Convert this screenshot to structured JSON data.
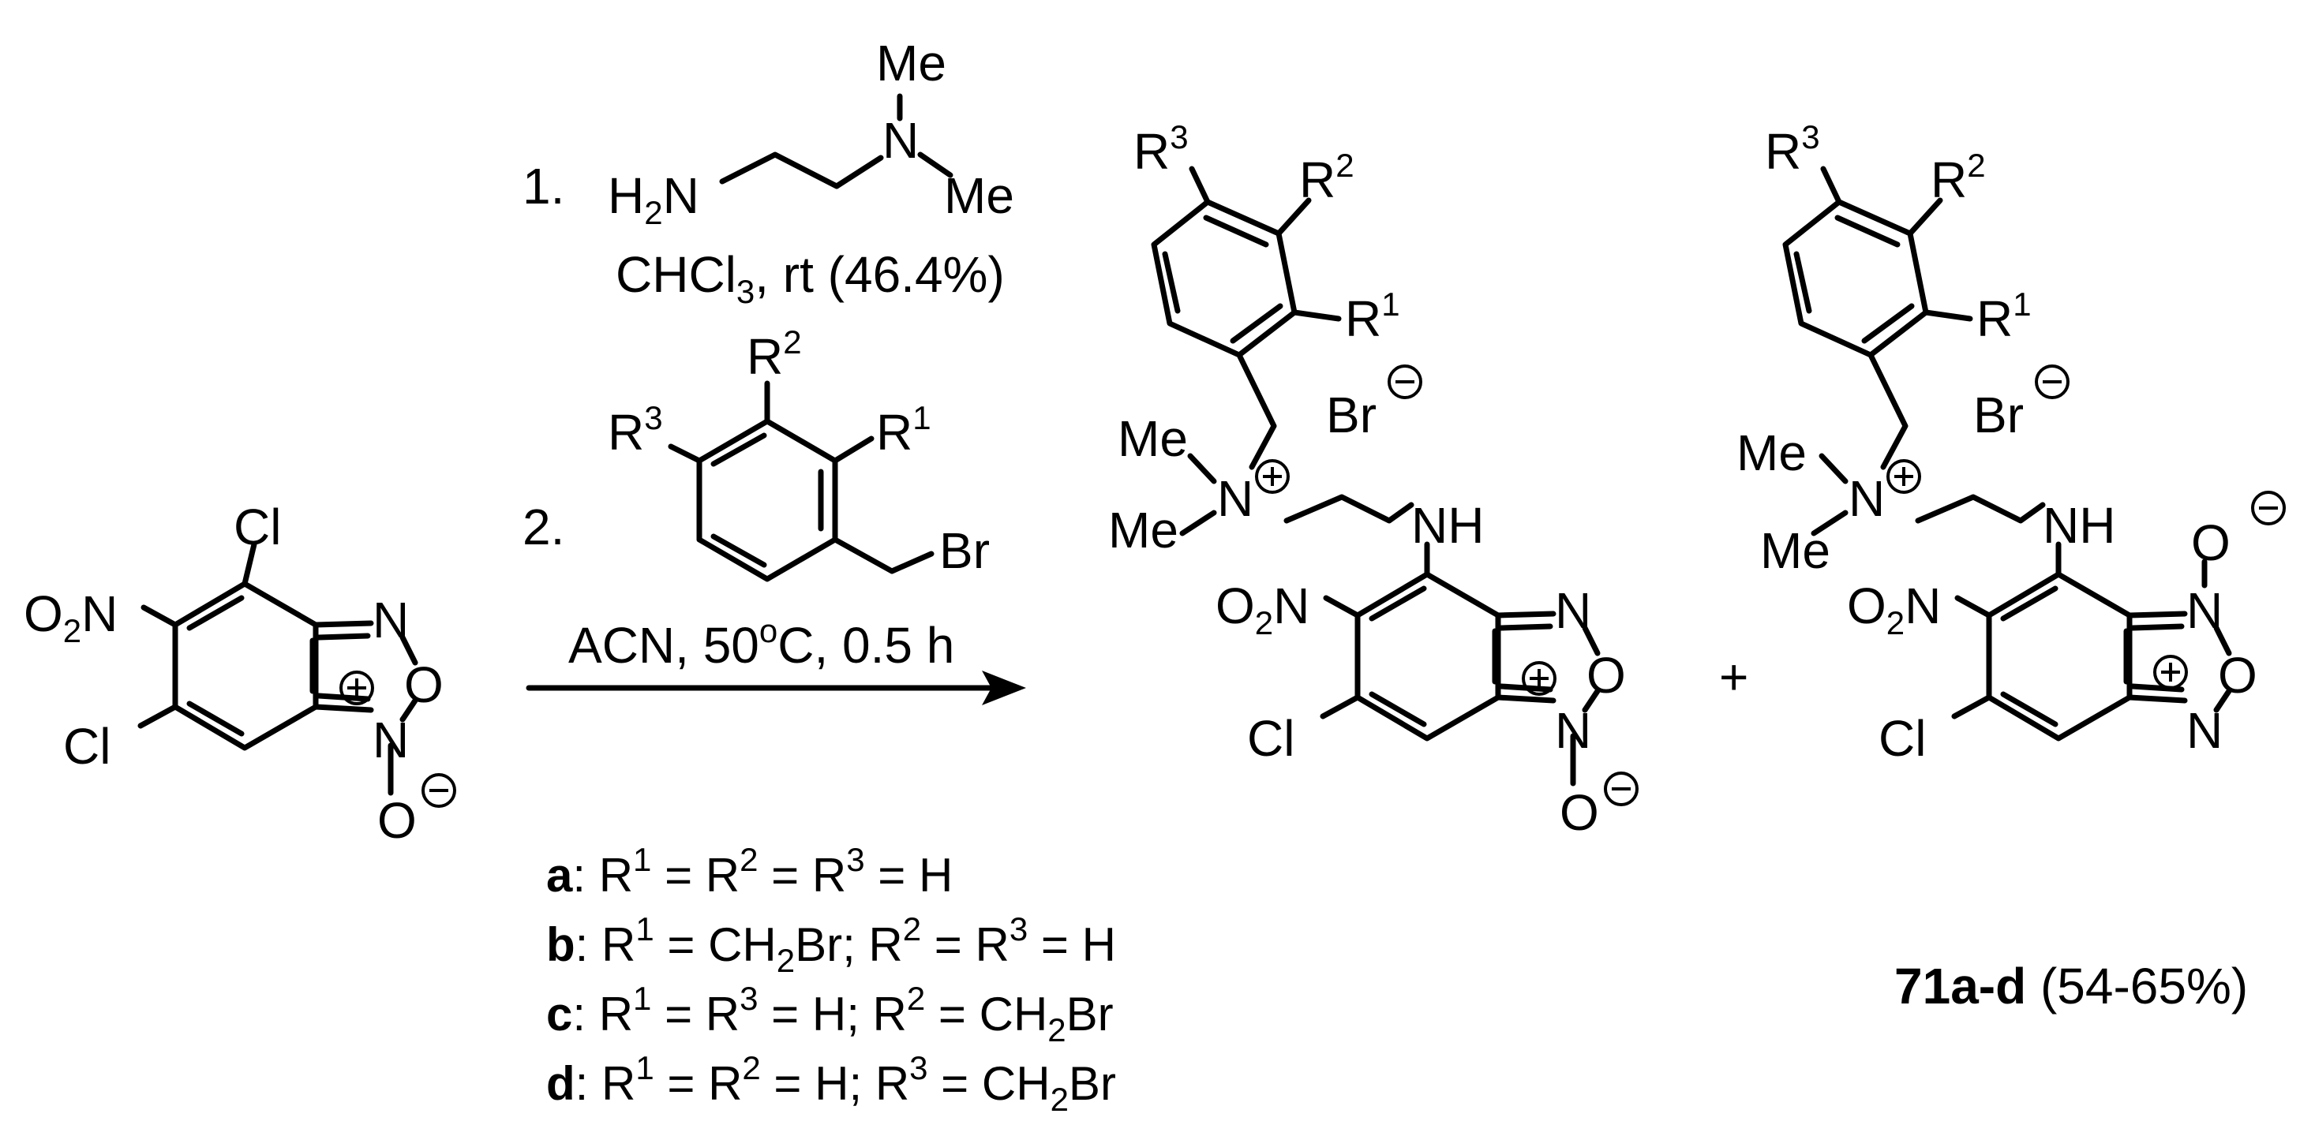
{
  "reagent_labels": {
    "n_me": "Me",
    "n": "N",
    "n_me2": "Me",
    "h2n": "H",
    "h2n_sub": "2",
    "h2n_n": "N",
    "chcl3_pre": "CHCl",
    "chcl3_sub": "3",
    "chcl3_post": ", rt  (46.4%)",
    "step1": "1.",
    "step2": "2.",
    "benzyl_r1": "R",
    "benzyl_r1_sup": "1",
    "benzyl_r2": "R",
    "benzyl_r2_sup": "2",
    "benzyl_r3": "R",
    "benzyl_r3_sup": "3",
    "benzyl_br": "Br",
    "acn_pre": "ACN, 50",
    "acn_sup": "o",
    "acn_post": "C, 0.5 h"
  },
  "start": {
    "cl_top": "Cl",
    "cl_left": "Cl",
    "o2n_o": "O",
    "o2n_sub": "2",
    "o2n_n": "N",
    "ring_n1": "N",
    "ring_o": "O",
    "ring_n2": "N",
    "oxide_o": "O"
  },
  "product1": {
    "r3": "R",
    "r3_sup": "3",
    "r2": "R",
    "r2_sup": "2",
    "r1": "R",
    "r1_sup": "1",
    "br": "Br",
    "me_top": "Me",
    "me_bot": "Me",
    "n_plus": "N",
    "nh": "NH",
    "o2n_o": "O",
    "o2n_sub": "2",
    "o2n_n": "N",
    "cl": "Cl",
    "ring_n1": "N",
    "ring_o": "O",
    "ring_n2": "N",
    "oxide_o": "O"
  },
  "plus_sign": "+",
  "product2": {
    "r3": "R",
    "r3_sup": "3",
    "r2": "R",
    "r2_sup": "2",
    "r1": "R",
    "r1_sup": "1",
    "br": "Br",
    "me_top": "Me",
    "me_bot": "Me",
    "n_plus": "N",
    "nh": "NH",
    "o2n_o": "O",
    "o2n_sub": "2",
    "o2n_n": "N",
    "cl": "Cl",
    "ring_n1": "N",
    "ring_o": "O",
    "ring_n2": "N",
    "oxide_o": "O"
  },
  "substituents": [
    {
      "id": "a",
      "text": ": R",
      "s1": "1",
      "t1": " = R",
      "s2": "2",
      "t2": " = R",
      "s3": "3",
      "t3": " = H"
    },
    {
      "id": "b",
      "text": ": R",
      "s1": "1",
      "t1": " = CH",
      "s2": "2",
      "t2": "Br; R",
      "s3": "2",
      "t3": " = R",
      "s4": "3",
      "t4": " = H"
    },
    {
      "id": "c",
      "text": ": R",
      "s1": "1",
      "t1": " =  R",
      "s2": "3",
      "t2": " = H; R",
      "s3": "2",
      "t3": " = CH",
      "s4": "2",
      "t4": "Br"
    },
    {
      "id": "d",
      "text": ": R",
      "s1": "1",
      "t1": " = R",
      "s2": "2",
      "t2": " = H; R",
      "s3": "3",
      "t3": " = CH",
      "s4": "2",
      "t4": "Br"
    }
  ],
  "compound_label": {
    "bold": "71a-d",
    "rest": " (54-65%)"
  }
}
